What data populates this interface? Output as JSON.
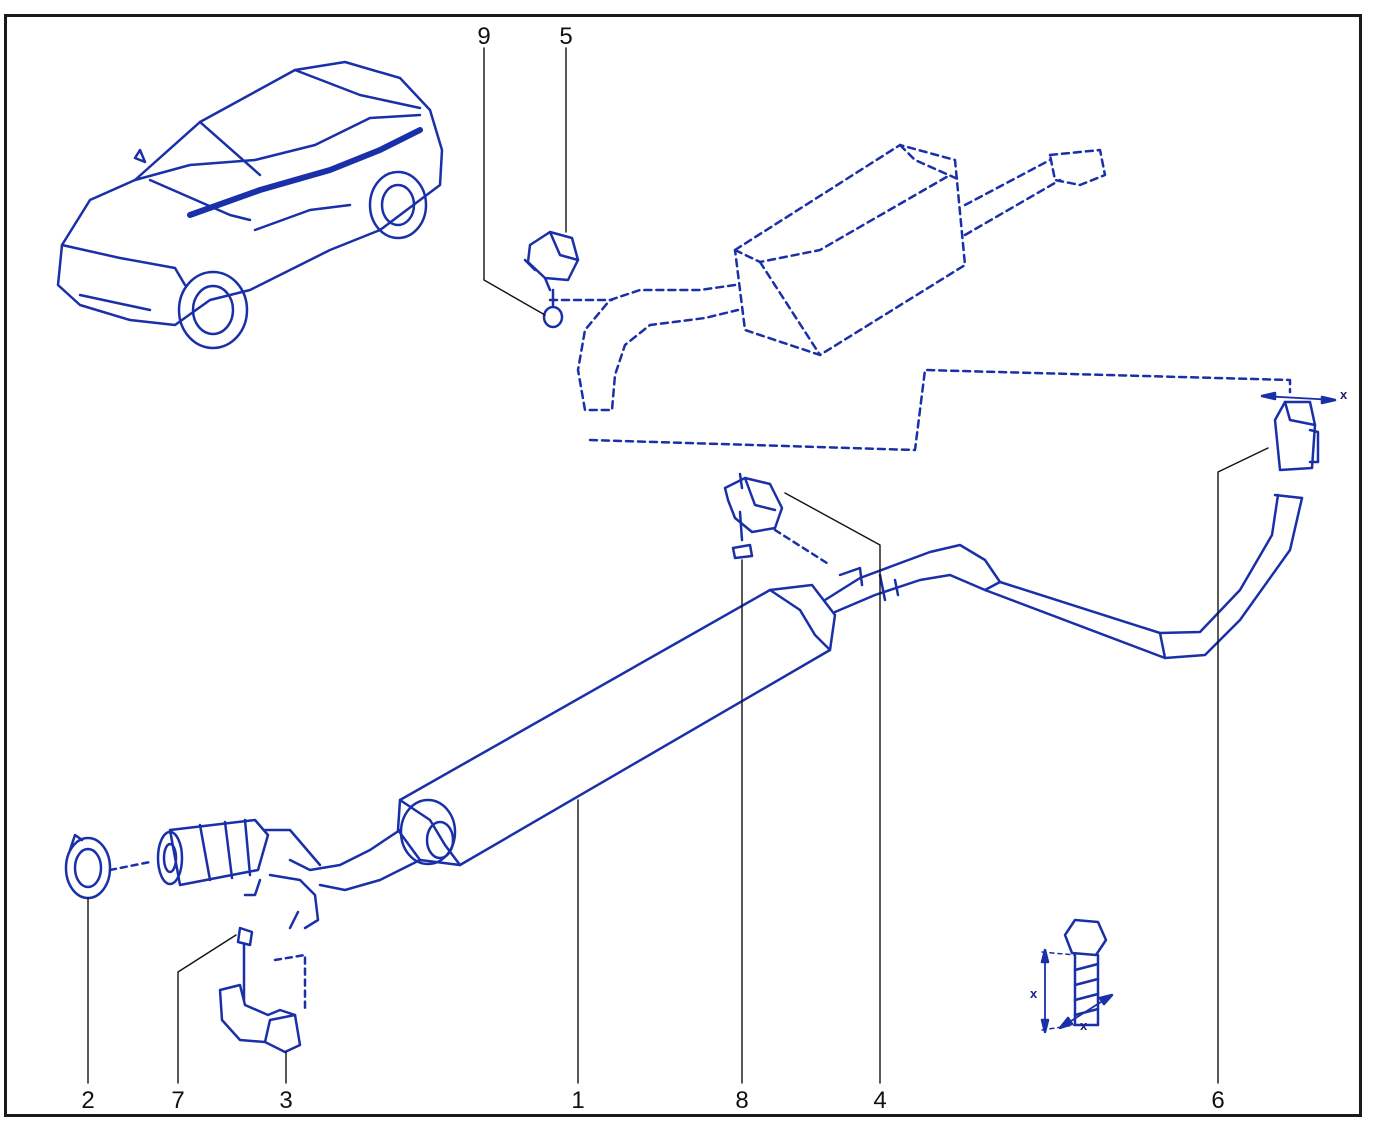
{
  "colors": {
    "line": "#1a30a8",
    "frame": "#1a1a1a",
    "text": "#111111"
  },
  "callouts": [
    {
      "id": "1",
      "text": "1"
    },
    {
      "id": "2",
      "text": "2"
    },
    {
      "id": "3",
      "text": "3"
    },
    {
      "id": "4",
      "text": "4"
    },
    {
      "id": "5",
      "text": "5"
    },
    {
      "id": "6",
      "text": "6"
    },
    {
      "id": "7",
      "text": "7"
    },
    {
      "id": "8",
      "text": "8"
    },
    {
      "id": "9",
      "text": "9"
    }
  ],
  "dimension_marks": {
    "bracket_x": "x",
    "bolt_x_left": "x",
    "bolt_x_bottom": "x"
  }
}
